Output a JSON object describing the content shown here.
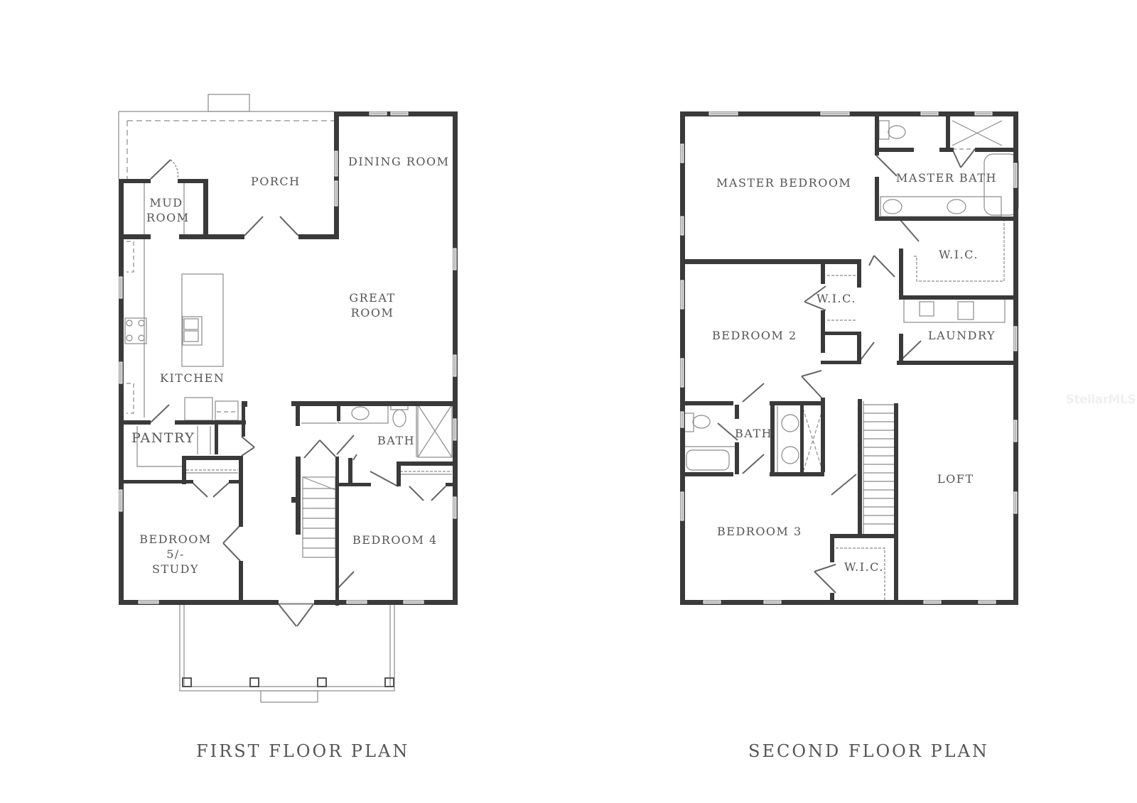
{
  "plans": [
    {
      "title": "FIRST FLOOR PLAN",
      "rooms": [
        {
          "id": "porch",
          "label": "PORCH"
        },
        {
          "id": "dining",
          "label": "DINING ROOM"
        },
        {
          "id": "mud",
          "label": "MUD\nROOM"
        },
        {
          "id": "great",
          "label": "GREAT\nROOM"
        },
        {
          "id": "kitchen",
          "label": "KITCHEN"
        },
        {
          "id": "pantry",
          "label": "PANTRY"
        },
        {
          "id": "bath",
          "label": "BATH"
        },
        {
          "id": "bed5",
          "label": "BEDROOM 5/-\nSTUDY"
        },
        {
          "id": "bed4",
          "label": "BEDROOM 4"
        }
      ]
    },
    {
      "title": "SECOND FLOOR PLAN",
      "rooms": [
        {
          "id": "master",
          "label": "MASTER BEDROOM"
        },
        {
          "id": "masterbath",
          "label": "MASTER BATH"
        },
        {
          "id": "wic1",
          "label": "W.I.C."
        },
        {
          "id": "wic2",
          "label": "W.I.C."
        },
        {
          "id": "bed2",
          "label": "BEDROOM 2"
        },
        {
          "id": "laundry",
          "label": "LAUNDRY"
        },
        {
          "id": "bath2",
          "label": "BATH"
        },
        {
          "id": "loft",
          "label": "LOFT"
        },
        {
          "id": "bed3",
          "label": "BEDROOM 3"
        },
        {
          "id": "wic3",
          "label": "W.I.C."
        }
      ]
    }
  ],
  "watermark": "StellarMLS",
  "colors": {
    "wall": "#3a3a3a",
    "line": "#8a8a8a",
    "text": "#555555"
  }
}
